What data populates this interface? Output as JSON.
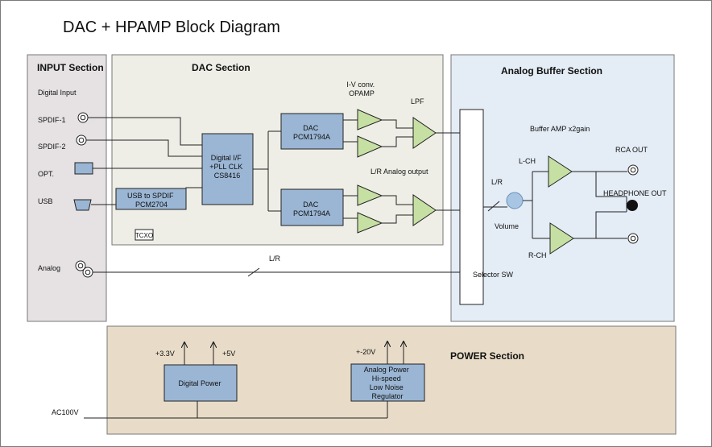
{
  "title": "DAC + HPAMP Block Diagram",
  "colors": {
    "input_section_bg": "#e6e2e4",
    "dac_section_bg": "#eeeee6",
    "buffer_section_bg": "#e4ecf5",
    "power_section_bg": "#e8dcc8",
    "block_fill": "#9ab6d4",
    "opamp_fill": "#c6e0a4"
  },
  "sections": {
    "input": "INPUT Section",
    "dac": "DAC Section",
    "buffer": "Analog Buffer Section",
    "power": "POWER Section"
  },
  "inputs": {
    "digital_input": "Digital Input",
    "spdif1": "SPDIF-1",
    "spdif2": "SPDIF-2",
    "opt": "OPT.",
    "usb": "USB",
    "analog": "Analog"
  },
  "blocks": {
    "usb_spdif": [
      "USB to SPDIF",
      "PCM2704"
    ],
    "tcxo": "TCXO",
    "digital_if": [
      "Digital I/F",
      "+PLL CLK",
      "CS8416"
    ],
    "dac_upper": [
      "DAC",
      "PCM1794A"
    ],
    "dac_lower": [
      "DAC",
      "PCM1794A"
    ],
    "digital_power": "Digital Power",
    "analog_power": [
      "Analog  Power",
      "Hi-speed",
      "Low Noise",
      "Regulator"
    ]
  },
  "labels": {
    "iv_conv": [
      "I-V conv.",
      "OPAMP"
    ],
    "lpf": "LPF",
    "lr_analog_output": "L/R Analog output",
    "lr_bypass": "L/R",
    "lr_volume": "L/R",
    "volume": "Volume",
    "selector_sw": "Selector SW",
    "buffer_amp": "Buffer AMP x2gain",
    "lch": "L-CH",
    "rch": "R-CH",
    "rca_out": "RCA OUT",
    "headphone_out": "HEADPHONE OUT",
    "v33": "+3.3V",
    "v5": "+5V",
    "v20": "+-20V",
    "ac100v": "AC100V"
  }
}
